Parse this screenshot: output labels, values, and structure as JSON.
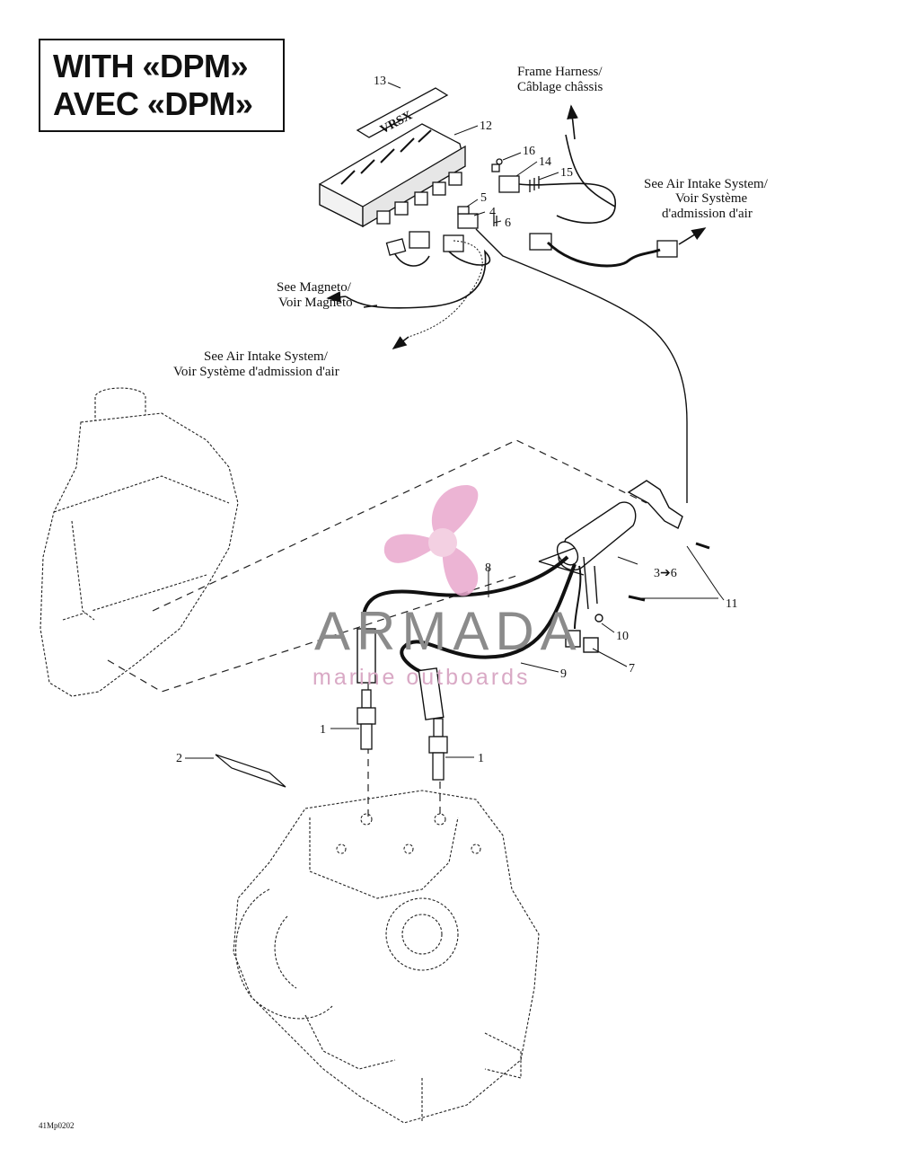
{
  "title": {
    "line1": "WITH «DPM»",
    "line2": "AVEC «DPM»"
  },
  "labels": {
    "frame_harness": [
      "Frame Harness/",
      "Câblage châssis"
    ],
    "air_intake_right": [
      "See Air Intake System/",
      "Voir Système",
      "d'admission d'air"
    ],
    "magneto": [
      "See Magneto/",
      "Voir Magnéto"
    ],
    "air_intake_left": [
      "See Air Intake System/",
      "Voir Système d'admission d'air"
    ]
  },
  "part_numbers": {
    "p13": "13",
    "p12": "12",
    "p16": "16",
    "p14": "14",
    "p15": "15",
    "p5": "5",
    "p4": "4",
    "p6": "6",
    "p8": "8",
    "p3_6": "3➔6",
    "p11": "11",
    "p10": "10",
    "p7": "7",
    "p9": "9",
    "p1_left": "1",
    "p1_right": "1",
    "p2": "2"
  },
  "decal_text": "VRSX",
  "watermark": {
    "brand": "ARMADA",
    "tagline": "marine outboards",
    "brand_color": "#8b8b8b",
    "accent_color": "#e9a7cd"
  },
  "figure_code": "41Mp0202"
}
